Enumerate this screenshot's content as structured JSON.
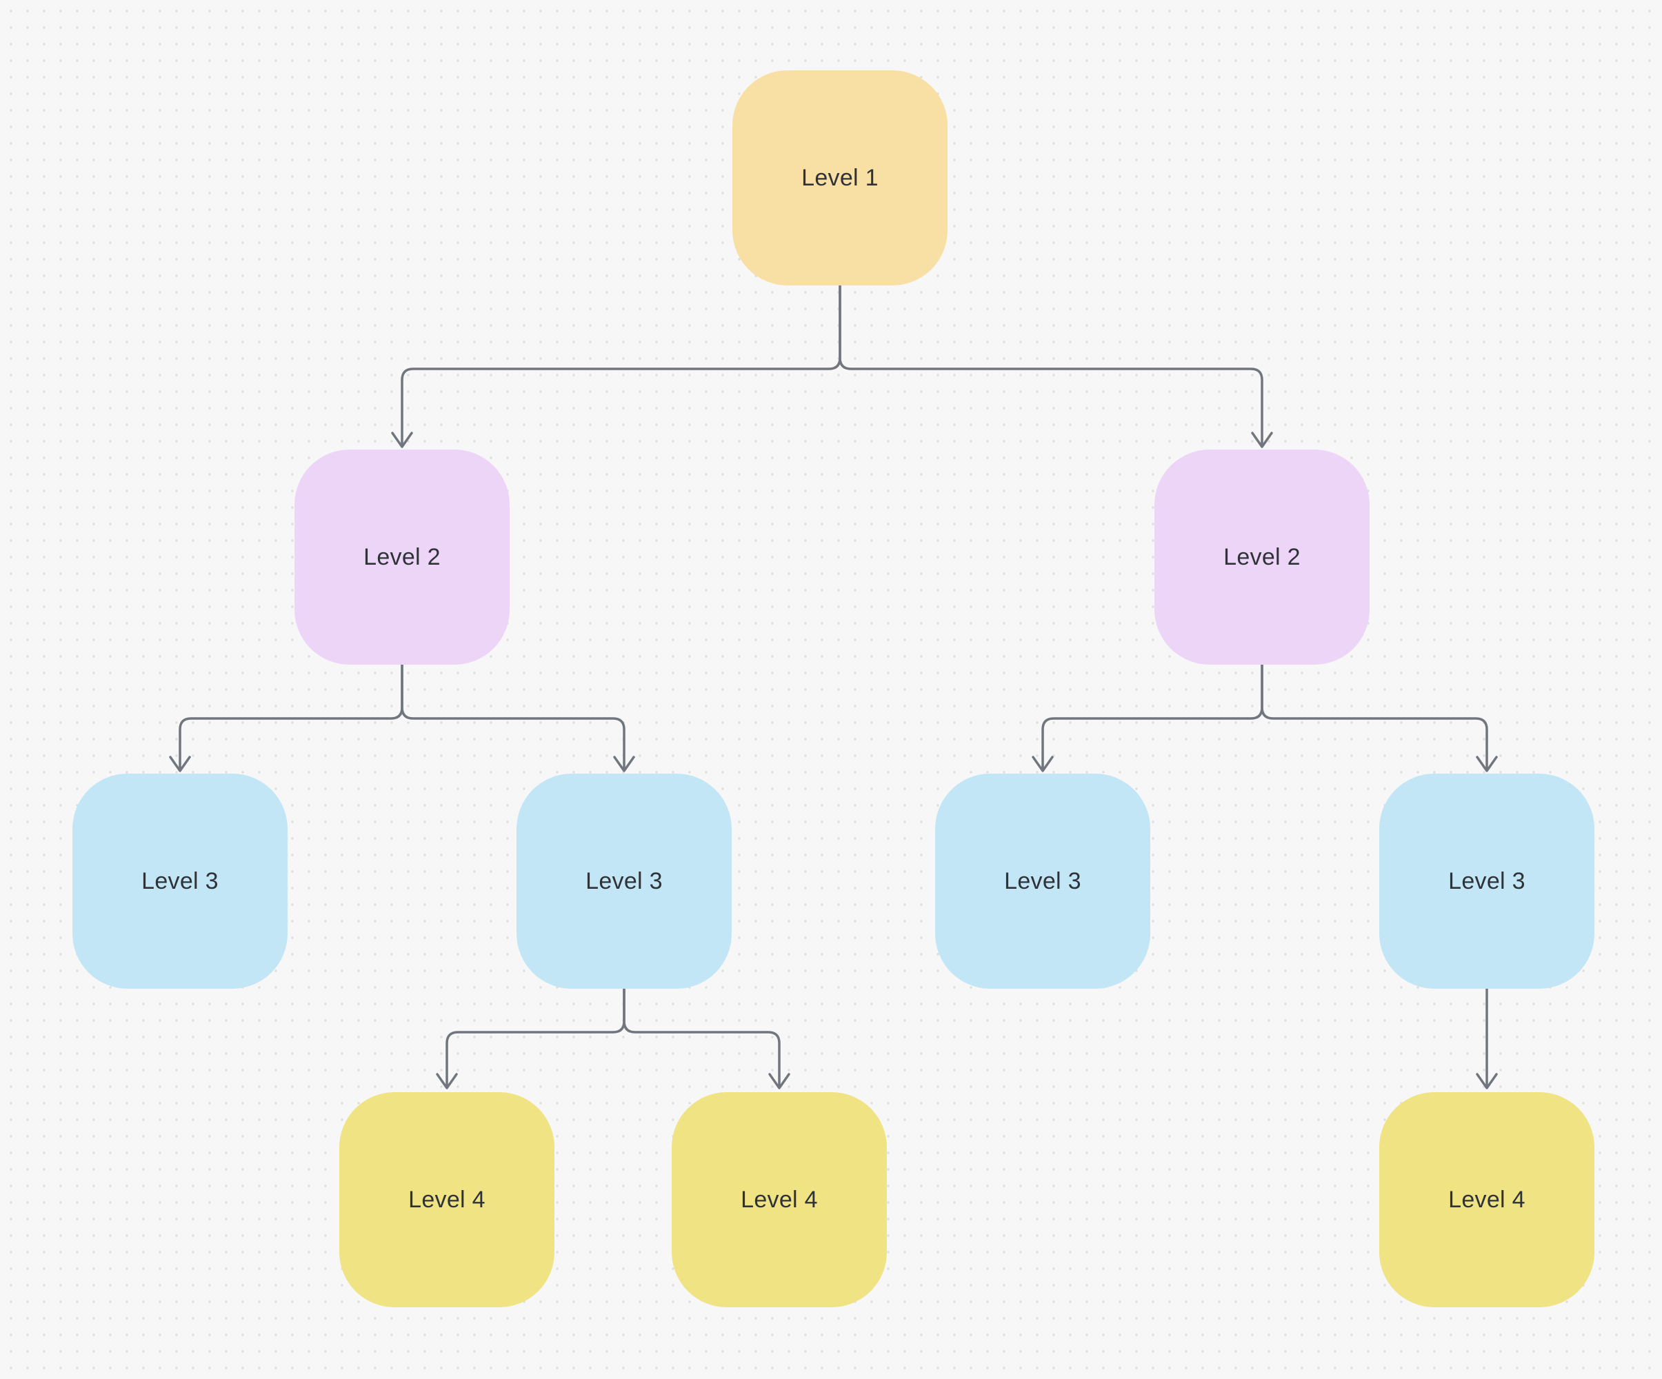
{
  "canvas": {
    "background": "#F7F7F7",
    "dot_color": "#DBDBDB"
  },
  "palette": {
    "level1_fill": "#F8DFA3",
    "level2_fill": "#EDD5F7",
    "level3_fill": "#C2E6F6",
    "level4_fill": "#F0E383",
    "connector": "#71757D",
    "text": "#2F3237"
  },
  "nodes": [
    {
      "id": "level1",
      "label": "Level 1",
      "color": "#F8DFA3"
    },
    {
      "id": "level2-left",
      "label": "Level 2",
      "color": "#EDD5F7"
    },
    {
      "id": "level2-right",
      "label": "Level 2",
      "color": "#EDD5F7"
    },
    {
      "id": "level3-1",
      "label": "Level 3",
      "color": "#C2E6F6"
    },
    {
      "id": "level3-2",
      "label": "Level 3",
      "color": "#C2E6F6"
    },
    {
      "id": "level3-3",
      "label": "Level 3",
      "color": "#C2E6F6"
    },
    {
      "id": "level3-4",
      "label": "Level 3",
      "color": "#C2E6F6"
    },
    {
      "id": "level4-1",
      "label": "Level 4",
      "color": "#F0E383"
    },
    {
      "id": "level4-2",
      "label": "Level 4",
      "color": "#F0E383"
    },
    {
      "id": "level4-3",
      "label": "Level 4",
      "color": "#F0E383"
    }
  ],
  "edges": [
    {
      "from": "level1",
      "to": "level2-left"
    },
    {
      "from": "level1",
      "to": "level2-right"
    },
    {
      "from": "level2-left",
      "to": "level3-1"
    },
    {
      "from": "level2-left",
      "to": "level3-2"
    },
    {
      "from": "level2-right",
      "to": "level3-3"
    },
    {
      "from": "level2-right",
      "to": "level3-4"
    },
    {
      "from": "level3-2",
      "to": "level4-1"
    },
    {
      "from": "level3-2",
      "to": "level4-2"
    },
    {
      "from": "level3-4",
      "to": "level4-3"
    }
  ]
}
